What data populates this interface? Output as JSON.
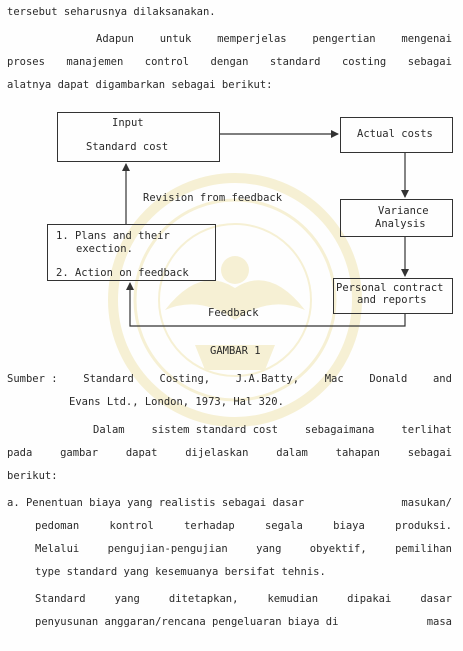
{
  "paragraph_top": {
    "l0": "tersebut seharusnya dilaksanakan.",
    "l1": [
      "Adapun",
      "untuk",
      "memperjelas",
      "pengertian",
      "mengenai"
    ],
    "l2": [
      "proses",
      "manajemen",
      "control",
      "dengan",
      "standard",
      "costing",
      "sebagai"
    ],
    "l3": "alatnya dapat digambarkan sebagai berikut:"
  },
  "diagram": {
    "input_line1": "Input",
    "input_line2": "Standard cost",
    "actual": "Actual costs",
    "variance_line1": "Variance",
    "variance_line2": "Analysis",
    "revision": "Revision from feedback",
    "plans_line1": "1. Plans and their",
    "plans_line2": "exection.",
    "plans_line3": "2. Action on feedback",
    "personal_line1": "Personal contract",
    "personal_line2": "and reports",
    "feedback": "Feedback"
  },
  "caption": "GAMBAR 1",
  "source": {
    "l0": [
      "Sumber :",
      "Standard",
      "Costing,",
      "J.A.Batty,",
      "Mac",
      "Donald",
      "and"
    ],
    "l1": "Evans Ltd., London, 1973, Hal 320."
  },
  "paragraph_bottom": {
    "l0": [
      "Dalam",
      "sistem standard cost",
      "sebagaimana",
      "terlihat"
    ],
    "l1": [
      "pada",
      "gambar",
      "dapat",
      "dijelaskan",
      "dalam",
      "tahapan",
      "sebagai"
    ],
    "l2": "berikut:"
  },
  "list_a": {
    "l0": [
      "a. Penentuan biaya yang realistis sebagai dasar",
      "masukan/"
    ],
    "l1": [
      "pedoman",
      "kontrol",
      "terhadap",
      "segala",
      "biaya",
      "produksi."
    ],
    "l2": [
      "Melalui",
      "pengujian-pengujian",
      "yang",
      "obyektif,",
      "pemilihan"
    ],
    "l3": "type standard yang kesemuanya bersifat tehnis.",
    "l4": [
      "Standard",
      "yang",
      "ditetapkan,",
      "kemudian",
      "dipakai",
      "dasar"
    ],
    "l5": [
      "penyusunan anggaran/rencana pengeluaran biaya di",
      "masa"
    ]
  },
  "colors": {
    "ink": "#2a2a2a",
    "watermark": "#e2cf6a"
  }
}
